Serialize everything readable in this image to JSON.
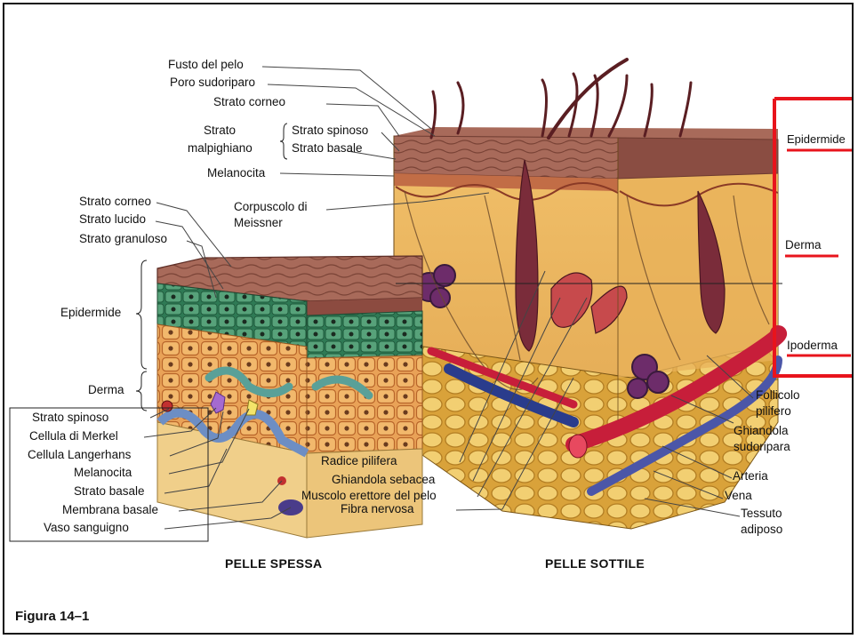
{
  "figure_label": "Figura 14–1",
  "captions": {
    "thick": "PELLE SPESSA",
    "thin": "PELLE SOTTILE"
  },
  "labels_thin_top": {
    "fusto": "Fusto del pelo",
    "poro": "Poro sudoriparo",
    "corneo": "Strato corneo",
    "strato": "Strato",
    "malpighiano": "malpighiano",
    "spinoso": "Strato spinoso",
    "basale": "Strato basale",
    "melanocita": "Melanocita",
    "meissner_1": "Corpuscolo di",
    "meissner_2": "Meissner"
  },
  "labels_thick_left": {
    "corneo": "Strato corneo",
    "lucido": "Strato lucido",
    "granuloso": "Strato granuloso",
    "epidermide": "Epidermide",
    "derma": "Derma",
    "spinoso": "Strato spinoso",
    "merkel": "Cellula di Merkel",
    "langerhans": "Cellula Langerhans",
    "melanocita": "Melanocita",
    "basale": "Strato basale",
    "membrana": "Membrana basale",
    "vaso": "Vaso sanguigno"
  },
  "labels_bottom_center": {
    "radice": "Radice pilifera",
    "sebacea": "Ghiandola sebacea",
    "erettore": "Muscolo erettore del pelo",
    "fibra": "Fibra nervosa"
  },
  "labels_right": {
    "follicolo_1": "Follicolo",
    "follicolo_2": "pilifero",
    "ghiandola_1": "Ghiandola",
    "ghiandola_2": "sudoripara",
    "arteria": "Arteria",
    "vena": "Vena",
    "tessuto_1": "Tessuto",
    "tessuto_2": "adiposo"
  },
  "annotations": {
    "epidermide": "Epidermide",
    "derma": "Derma",
    "ipoderma": "Ipoderma",
    "annotation_color": "#e8141c"
  }
}
